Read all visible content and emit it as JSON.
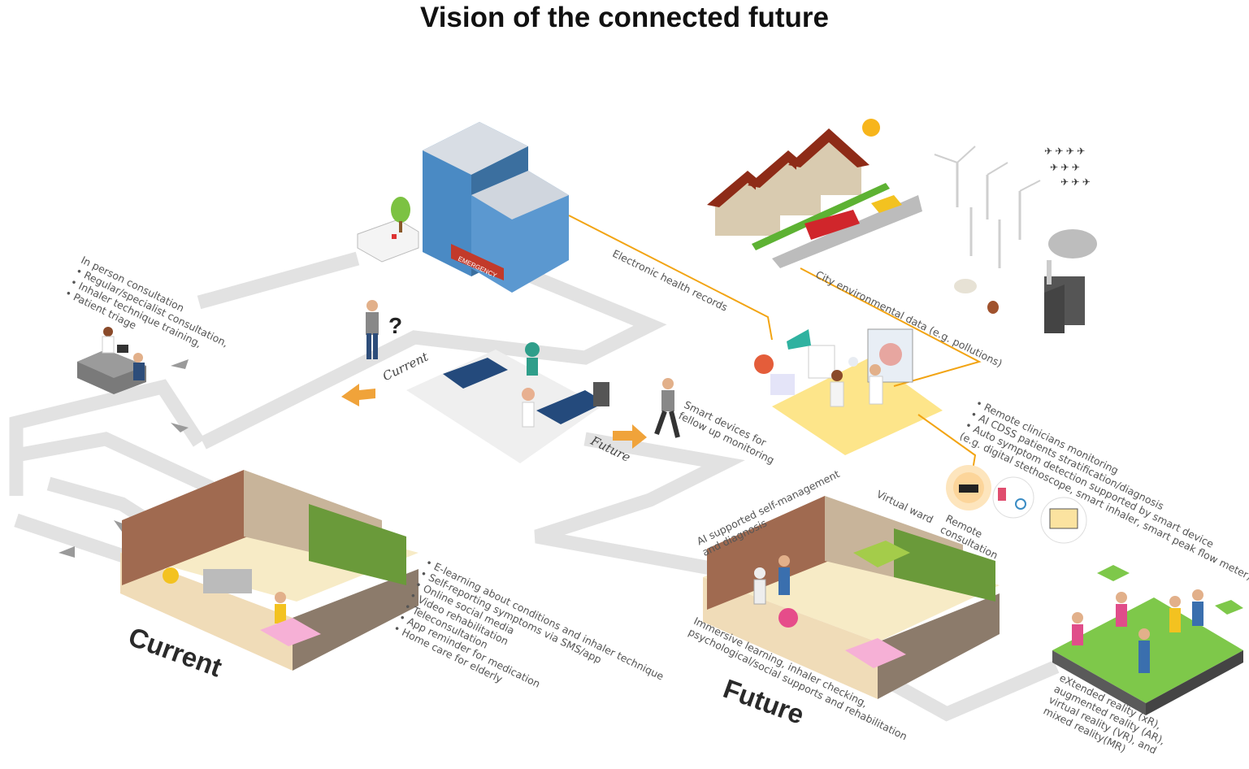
{
  "title": "Vision of the connected future",
  "labels": {
    "inperson_head": "In person consultation",
    "inperson_items": [
      "Regular/specialist consultation,",
      "Inhaler technique training,",
      "Patient triage"
    ],
    "ehr": "Electronic health records",
    "city_env": "City environmental data (e.g. pollutions)",
    "current_small": "Current",
    "future_small": "Future",
    "smart_devices": [
      "Smart devices for",
      "fellow up monitoring"
    ],
    "remote_items": [
      "Remote clinicians monitoring",
      "AI CDSS patients stratification/diagnosis",
      "Auto symptom detection supported by smart device",
      "(e.g. digital stethoscope, smart inhaler, smart peak flow meter)"
    ],
    "ai_self": [
      "AI supported self-management",
      "and diagnosis"
    ],
    "virtual_ward": "Virtual ward",
    "remote_consult": [
      "Remote",
      "consultation"
    ],
    "current_items": [
      "E-learning about conditions and inhaler technique",
      "Self-reporting symptoms via SMS/app",
      "Online social media",
      "Video rehabilitation",
      "Teleconsultation",
      "App reminder for medication",
      "Home care for elderly"
    ],
    "immersive": [
      "Immersive learning, inhaler checking,",
      "psychological/social supports and rehabilitation"
    ],
    "xr": [
      "eXtended reality (xR),",
      "augmented reality (AR),",
      "virtual reality (VR), and",
      "mixed reality(MR)"
    ],
    "current_big": "Current",
    "future_big": "Future",
    "emergency": "EMERGENCY"
  },
  "colors": {
    "path": "#e2e2e2",
    "connector": "#f2a413",
    "hub_floor": "#fde58a",
    "arrow": "#f0a33a",
    "roof": "#8e2b17",
    "building_blue": "#4a8ac4",
    "grass": "#5db233",
    "bus": "#d0262b"
  },
  "icons": [
    "question-icon",
    "sun-icon",
    "wifi-router-icon",
    "phone-icon",
    "stethoscope-icon",
    "video-call-icon"
  ]
}
